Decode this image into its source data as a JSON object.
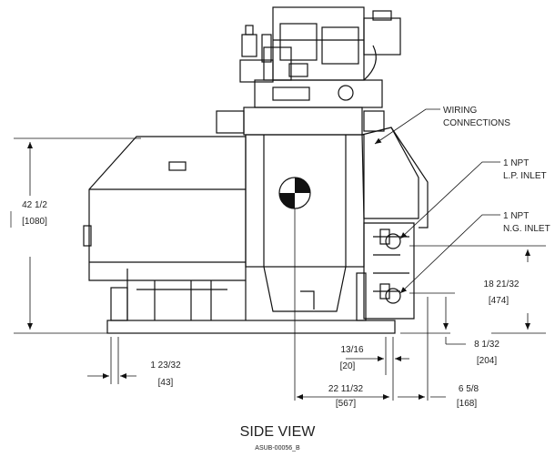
{
  "diagram": {
    "title": "SIDE VIEW",
    "drawing_number": "ASUB-00056_B",
    "callouts": {
      "wiring_line1": "WIRING",
      "wiring_line2": "CONNECTIONS",
      "lp_line1": "1 NPT",
      "lp_line2": "L.P. INLET",
      "ng_line1": "1 NPT",
      "ng_line2": "N.G. INLET"
    },
    "dimensions": {
      "height": {
        "imperial": "42 1/2",
        "metric": "[1080]"
      },
      "inlet_height": {
        "imperial": "18 21/32",
        "metric": "[474]"
      },
      "right_offset": {
        "imperial": "8 1/32",
        "metric": "[204]"
      },
      "leg": {
        "imperial": "1 23/32",
        "metric": "[43]"
      },
      "small": {
        "imperial": "13/16",
        "metric": "[20]"
      },
      "cg": {
        "imperial": "22 11/32",
        "metric": "[567]"
      },
      "right_extent": {
        "imperial": "6 5/8",
        "metric": "[168]"
      }
    },
    "colors": {
      "line": "#111111",
      "text": "#222222",
      "background": "#ffffff"
    }
  }
}
